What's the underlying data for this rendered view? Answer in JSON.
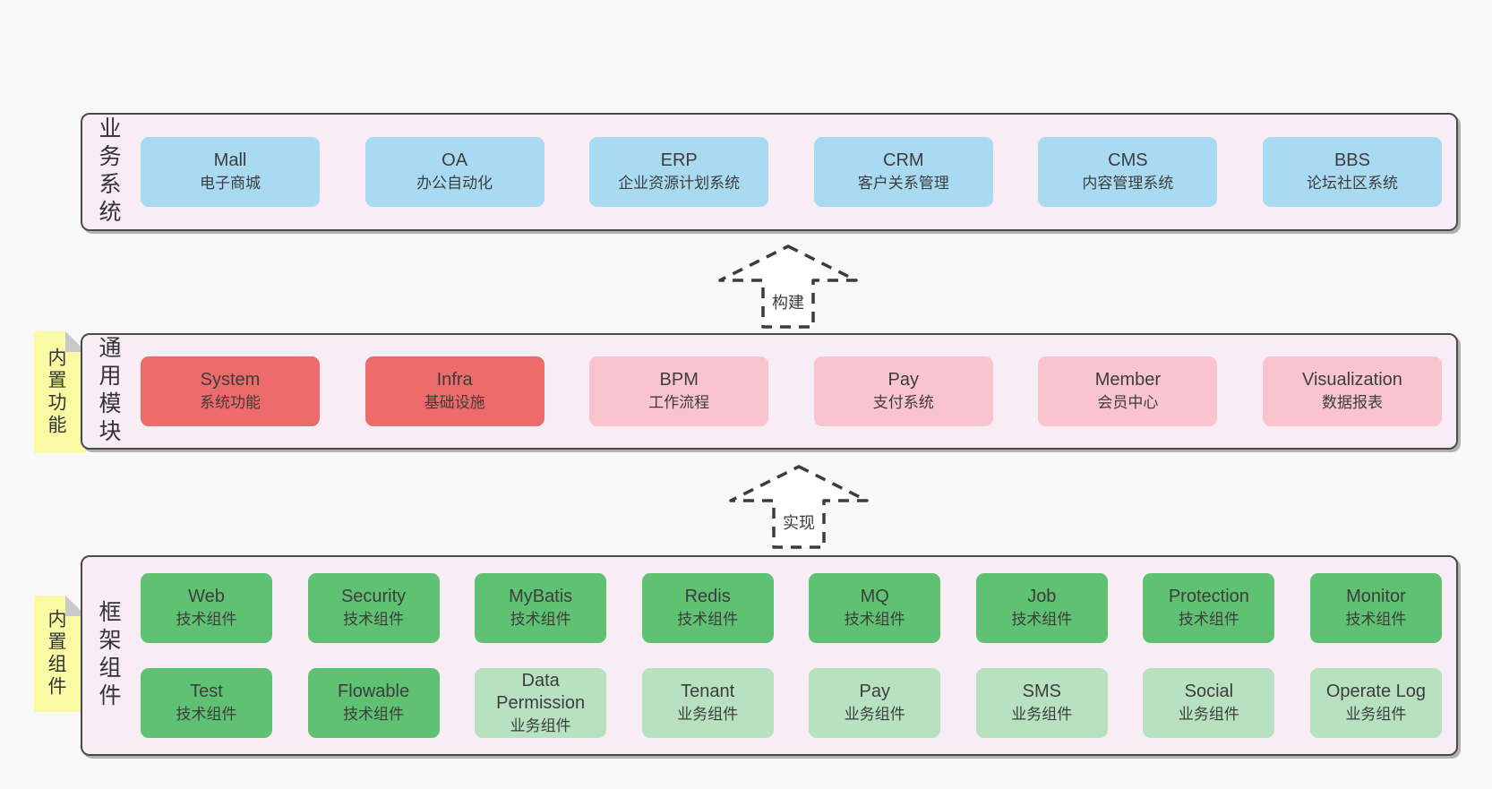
{
  "colors": {
    "page_background": "#f8f8f8",
    "panel_background": "#f8edf5",
    "panel_border": "#4a4a4a",
    "business_box": "#a9daf2",
    "core_module_box": "#ee6b6b",
    "module_box": "#f9c4cd",
    "tech_component_box": "#5fc172",
    "biz_component_box": "#b7e1c1",
    "sticky_note": "#fafaa4",
    "sticky_fold": "#c9c9c9",
    "text": "#3d3d3d"
  },
  "arrows": {
    "build": {
      "label": "构建"
    },
    "implement": {
      "label": "实现"
    }
  },
  "sections": {
    "business": {
      "label": "业务系统",
      "boxes": [
        {
          "name": "Mall",
          "desc": "电子商城",
          "variant": "blue"
        },
        {
          "name": "OA",
          "desc": "办公自动化",
          "variant": "blue"
        },
        {
          "name": "ERP",
          "desc": "企业资源计划系统",
          "variant": "blue"
        },
        {
          "name": "CRM",
          "desc": "客户关系管理",
          "variant": "blue"
        },
        {
          "name": "CMS",
          "desc": "内容管理系统",
          "variant": "blue"
        },
        {
          "name": "BBS",
          "desc": "论坛社区系统",
          "variant": "blue"
        }
      ]
    },
    "modules": {
      "label": "通用模块",
      "tag": "内置功能",
      "boxes": [
        {
          "name": "System",
          "desc": "系统功能",
          "variant": "red"
        },
        {
          "name": "Infra",
          "desc": "基础设施",
          "variant": "red"
        },
        {
          "name": "BPM",
          "desc": "工作流程",
          "variant": "pink"
        },
        {
          "name": "Pay",
          "desc": "支付系统",
          "variant": "pink"
        },
        {
          "name": "Member",
          "desc": "会员中心",
          "variant": "pink"
        },
        {
          "name": "Visualization",
          "desc": "数据报表",
          "variant": "pink"
        }
      ]
    },
    "components": {
      "label": "框架组件",
      "tag": "内置组件",
      "rows": [
        [
          {
            "name": "Web",
            "desc": "技术组件",
            "variant": "green"
          },
          {
            "name": "Security",
            "desc": "技术组件",
            "variant": "green"
          },
          {
            "name": "MyBatis",
            "desc": "技术组件",
            "variant": "green"
          },
          {
            "name": "Redis",
            "desc": "技术组件",
            "variant": "green"
          },
          {
            "name": "MQ",
            "desc": "技术组件",
            "variant": "green"
          },
          {
            "name": "Job",
            "desc": "技术组件",
            "variant": "green"
          },
          {
            "name": "Protection",
            "desc": "技术组件",
            "variant": "green"
          },
          {
            "name": "Monitor",
            "desc": "技术组件",
            "variant": "green"
          }
        ],
        [
          {
            "name": "Test",
            "desc": "技术组件",
            "variant": "green"
          },
          {
            "name": "Flowable",
            "desc": "技术组件",
            "variant": "green"
          },
          {
            "name": "Data Permission",
            "desc": "业务组件",
            "variant": "lightgreen"
          },
          {
            "name": "Tenant",
            "desc": "业务组件",
            "variant": "lightgreen"
          },
          {
            "name": "Pay",
            "desc": "业务组件",
            "variant": "lightgreen"
          },
          {
            "name": "SMS",
            "desc": "业务组件",
            "variant": "lightgreen"
          },
          {
            "name": "Social",
            "desc": "业务组件",
            "variant": "lightgreen"
          },
          {
            "name": "Operate Log",
            "desc": "业务组件",
            "variant": "lightgreen"
          }
        ]
      ]
    }
  }
}
